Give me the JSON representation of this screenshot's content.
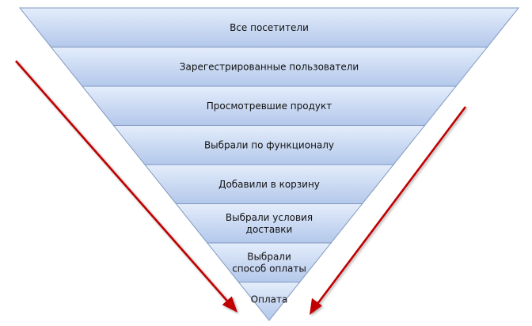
{
  "funnel": {
    "stages": [
      {
        "label": [
          "Все посетители"
        ]
      },
      {
        "label": [
          "Зарегестрированные пользователи"
        ]
      },
      {
        "label": [
          "Просмотревшие продукт"
        ]
      },
      {
        "label": [
          "Выбрали по функционалу"
        ]
      },
      {
        "label": [
          "Добавили в корзину"
        ]
      },
      {
        "label": [
          "Выбрали условия",
          "доставки"
        ]
      },
      {
        "label": [
          "Выбрали",
          "способ оплаты"
        ]
      },
      {
        "label": [
          "Оплата"
        ]
      }
    ],
    "colors": {
      "fill_top": "#e4edfb",
      "fill_bottom": "#b3c8eb",
      "stroke": "#7f97bd",
      "text": "#111111"
    }
  },
  "arrows": {
    "color": "#c00000",
    "items": [
      {
        "name": "left-down-arrow",
        "direction": "down-right"
      },
      {
        "name": "right-down-arrow",
        "direction": "down-left"
      }
    ]
  }
}
